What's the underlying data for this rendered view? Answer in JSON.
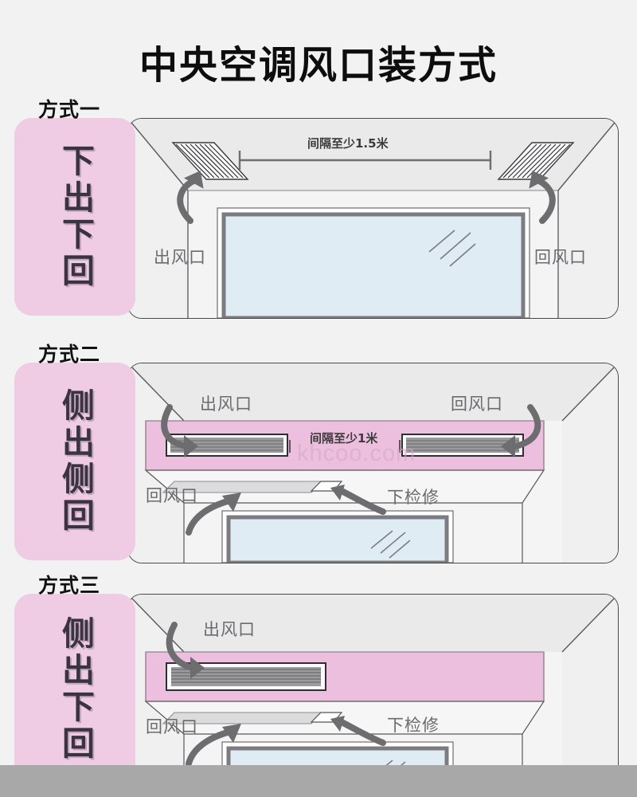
{
  "page": {
    "title": "中央空调风口装方式",
    "background_color": "#f2f2f2",
    "accent_pink": "#efcbe4",
    "ink": "#0d0d0d",
    "label_gray": "#6b6b6e",
    "glass_blue": "#dfecf4",
    "floor_gray": "#a8a8a8"
  },
  "watermark": "khcoo.com",
  "sections": [
    {
      "index_label": "方式一",
      "tab_text": "下出下回",
      "dimension_note": "间隔至少1.5米",
      "labels": {
        "supply": "出风口",
        "return": "回风口"
      },
      "description_type": "ceiling-supply / ceiling-return"
    },
    {
      "index_label": "方式二",
      "tab_text": "侧出侧回",
      "dimension_note": "间隔至少1米",
      "labels": {
        "supply": "出风口",
        "return_side": "回风口",
        "return_bottom": "回风口",
        "access_panel": "下检修"
      },
      "description_type": "side-supply / side-return"
    },
    {
      "index_label": "方式三",
      "tab_text": "侧出下回",
      "labels": {
        "supply": "出风口",
        "return_bottom": "回风口",
        "access_panel": "下检修"
      },
      "description_type": "side-supply / bottom-return"
    }
  ]
}
